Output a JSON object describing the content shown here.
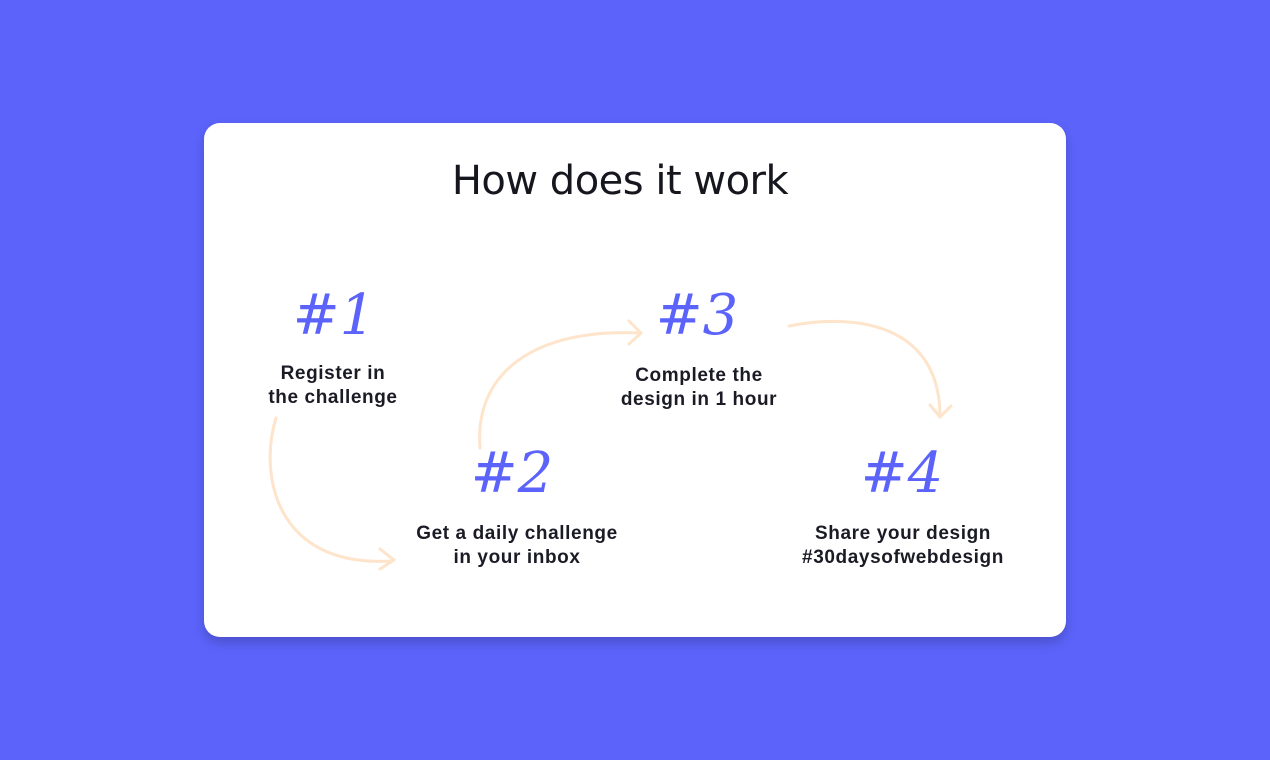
{
  "page": {
    "title": "How does it work",
    "background_color": "#5b63fa",
    "card_color": "#ffffff",
    "accent_color": "#5b63fa",
    "arrow_color": "#fde4cb"
  },
  "steps": [
    {
      "number": "#1",
      "line1": "Register in",
      "line2": "the challenge"
    },
    {
      "number": "#2",
      "line1": "Get a daily challenge",
      "line2": "in your inbox"
    },
    {
      "number": "#3",
      "line1": "Complete the",
      "line2": "design in 1 hour"
    },
    {
      "number": "#4",
      "line1": "Share your design",
      "line2": "#30daysofwebdesign"
    }
  ]
}
